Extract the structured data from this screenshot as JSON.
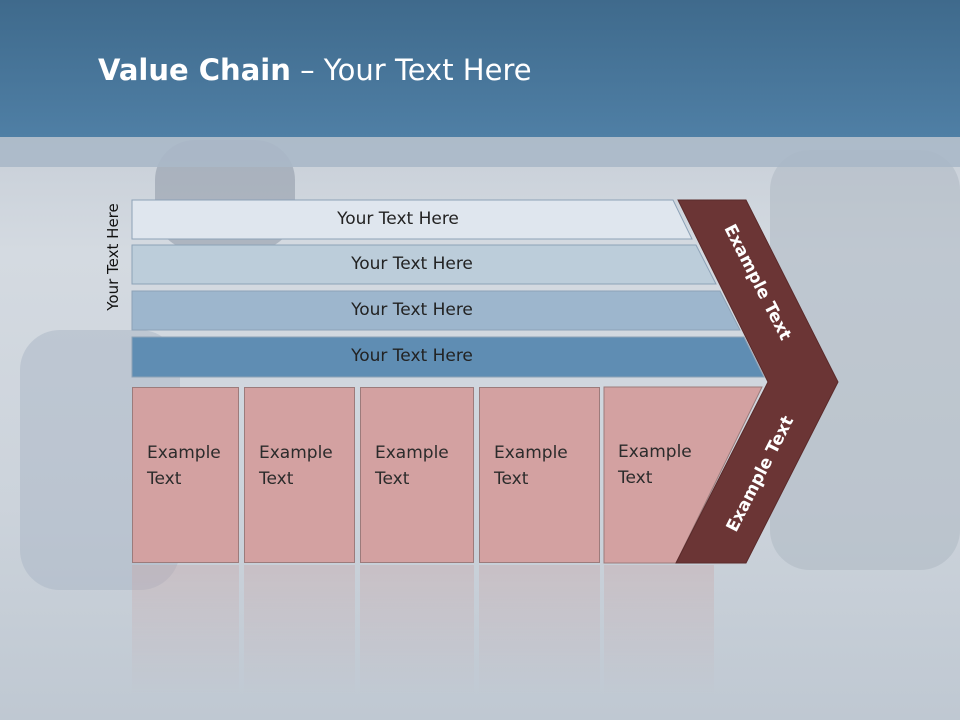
{
  "slide": {
    "title_bold": "Value Chain",
    "title_rest": " – Your Text Here"
  },
  "left_label": "Your Text Here",
  "rows": [
    {
      "label": "Your Text Here",
      "color": "#dfe6ee"
    },
    {
      "label": "Your Text Here",
      "color": "#bccdda"
    },
    {
      "label": "Your Text Here",
      "color": "#9db6cd"
    },
    {
      "label": "Your Text Here",
      "color": "#5f8db3"
    }
  ],
  "chevron": {
    "top_label": "Example Text",
    "bottom_label": "Example Text",
    "color": "#6b3535"
  },
  "boxes": [
    {
      "line1": "Example",
      "line2": "Text"
    },
    {
      "line1": "Example",
      "line2": "Text"
    },
    {
      "line1": "Example",
      "line2": "Text"
    },
    {
      "line1": "Example",
      "line2": "Text"
    },
    {
      "line1": "Example",
      "line2": "Text"
    }
  ],
  "colors": {
    "header": "#4f7fa5",
    "box_fill": "#d3a1a1"
  }
}
